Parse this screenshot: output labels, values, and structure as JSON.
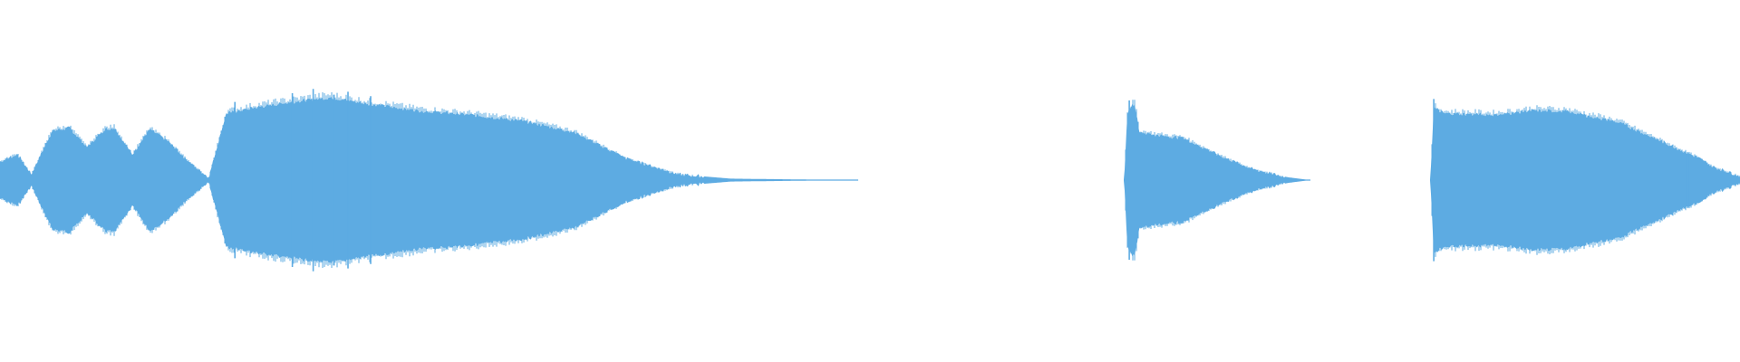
{
  "waveform": {
    "color": "#5dabe2",
    "background": "#ffffff",
    "segments": [
      {
        "name": "segment-1",
        "label": "",
        "start": 0.0,
        "end": 0.493,
        "envelope": [
          [
            0.0,
            0.25
          ],
          [
            0.01,
            0.36
          ],
          [
            0.018,
            0.08
          ],
          [
            0.03,
            0.68
          ],
          [
            0.04,
            0.72
          ],
          [
            0.05,
            0.45
          ],
          [
            0.06,
            0.7
          ],
          [
            0.066,
            0.72
          ],
          [
            0.076,
            0.35
          ],
          [
            0.086,
            0.7
          ],
          [
            0.096,
            0.55
          ],
          [
            0.11,
            0.22
          ],
          [
            0.12,
            0.04
          ],
          [
            0.13,
            0.92
          ],
          [
            0.146,
            1.0
          ],
          [
            0.16,
            1.05
          ],
          [
            0.175,
            1.1
          ],
          [
            0.19,
            1.14
          ],
          [
            0.21,
            1.06
          ],
          [
            0.24,
            0.96
          ],
          [
            0.27,
            0.9
          ],
          [
            0.3,
            0.82
          ],
          [
            0.33,
            0.66
          ],
          [
            0.36,
            0.3
          ],
          [
            0.39,
            0.08
          ],
          [
            0.42,
            0.02
          ],
          [
            0.493,
            0.0
          ]
        ],
        "spikes": [
          [
            0.135,
            1.08
          ],
          [
            0.168,
            1.2
          ],
          [
            0.18,
            1.26
          ],
          [
            0.192,
            1.18
          ],
          [
            0.2,
            1.22
          ],
          [
            0.213,
            1.16
          ]
        ]
      },
      {
        "name": "segment-2",
        "label": "",
        "start": 0.646,
        "end": 0.753,
        "envelope": [
          [
            0.646,
            0.0
          ],
          [
            0.648,
            0.95
          ],
          [
            0.652,
            1.06
          ],
          [
            0.655,
            0.66
          ],
          [
            0.665,
            0.62
          ],
          [
            0.68,
            0.58
          ],
          [
            0.7,
            0.35
          ],
          [
            0.72,
            0.15
          ],
          [
            0.74,
            0.04
          ],
          [
            0.753,
            0.0
          ]
        ],
        "spikes": [
          [
            0.649,
            1.1
          ]
        ]
      },
      {
        "name": "segment-3",
        "label": "",
        "start": 0.822,
        "end": 1.0,
        "envelope": [
          [
            0.822,
            0.0
          ],
          [
            0.824,
            1.0
          ],
          [
            0.83,
            0.92
          ],
          [
            0.86,
            0.9
          ],
          [
            0.88,
            0.96
          ],
          [
            0.9,
            0.95
          ],
          [
            0.93,
            0.8
          ],
          [
            0.96,
            0.48
          ],
          [
            0.975,
            0.32
          ],
          [
            0.985,
            0.18
          ],
          [
            1.0,
            0.06
          ]
        ],
        "spikes": [
          [
            0.824,
            1.12
          ],
          [
            0.97,
            0.38
          ]
        ]
      }
    ]
  }
}
